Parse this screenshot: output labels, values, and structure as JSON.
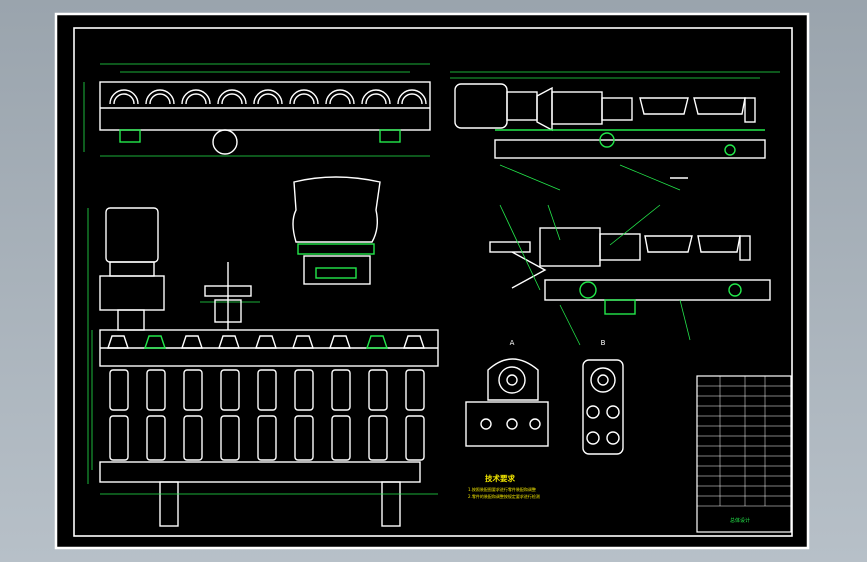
{
  "drawing": {
    "background": "#000000",
    "frame_color": "#ffffff",
    "accent_green": "#23e84b",
    "accent_yellow": "#f2e600",
    "accent_red": "#ff3b3b"
  },
  "texts": {
    "tech_req_title": "技术要求",
    "tech_req_1": "1.按照装配图要求进行零件装配和调整",
    "tech_req_2": "2.零件的装配和调整按规定要求进行检测",
    "view_label_1": "A",
    "view_label_2": "B",
    "title_block_name": "总体设计"
  }
}
